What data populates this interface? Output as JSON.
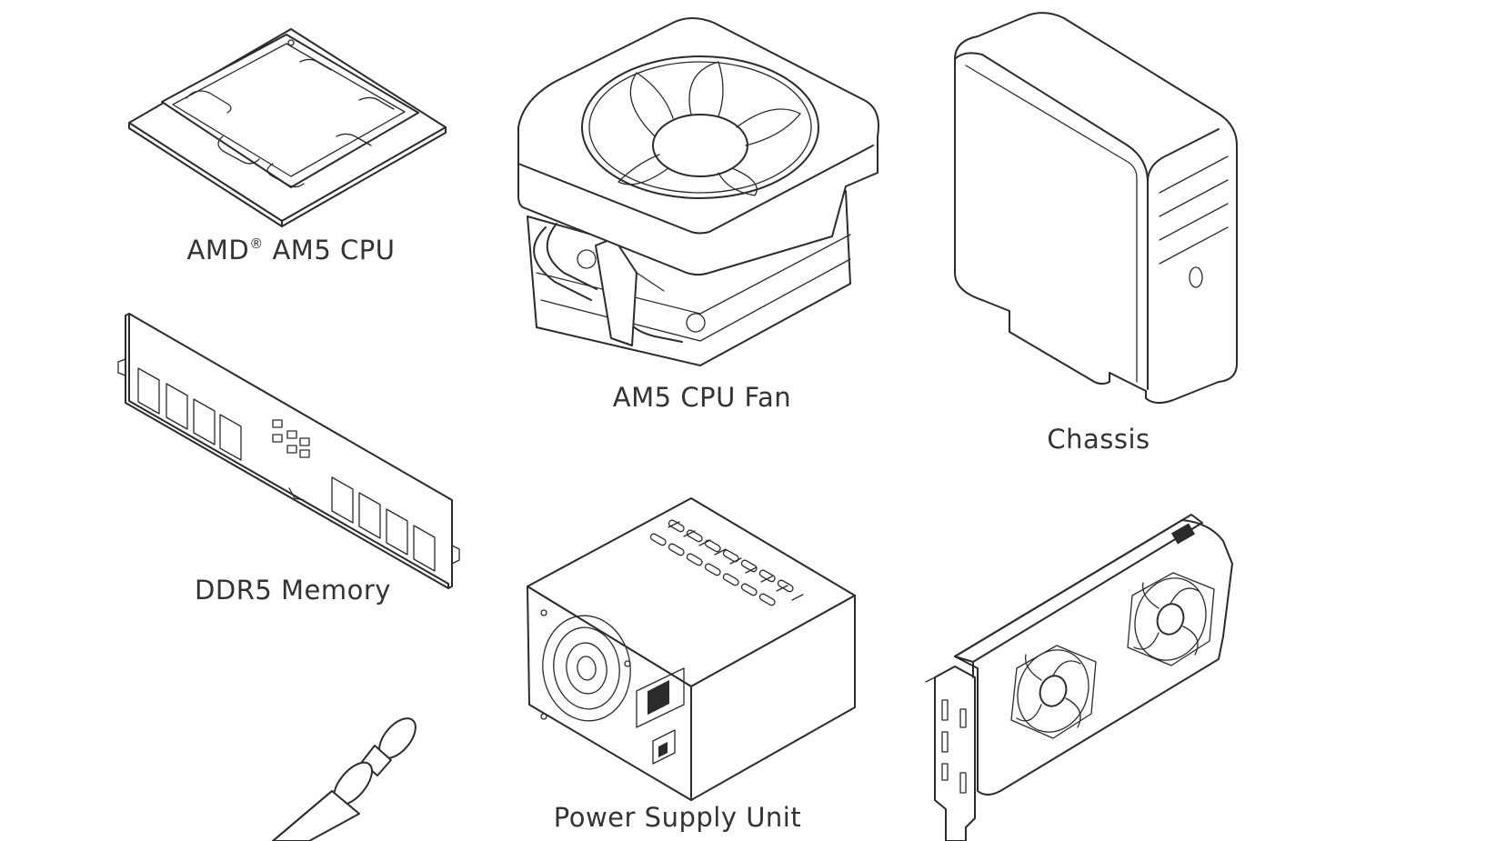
{
  "components": {
    "cpu": {
      "label_prefix": "AMD",
      "label_mark": "®",
      "label_suffix": " AM5 CPU",
      "icon": "cpu-icon"
    },
    "cpu_fan": {
      "label": "AM5 CPU Fan",
      "icon": "cpu-fan-icon"
    },
    "chassis": {
      "label": "Chassis",
      "icon": "chassis-icon"
    },
    "memory": {
      "label": "DDR5 Memory",
      "icon": "memory-icon"
    },
    "psu": {
      "label": "Power Supply Unit",
      "icon": "psu-icon"
    },
    "gpu": {
      "icon": "graphics-card-icon"
    },
    "thermal_paste": {
      "icon": "thermal-paste-icon"
    }
  }
}
